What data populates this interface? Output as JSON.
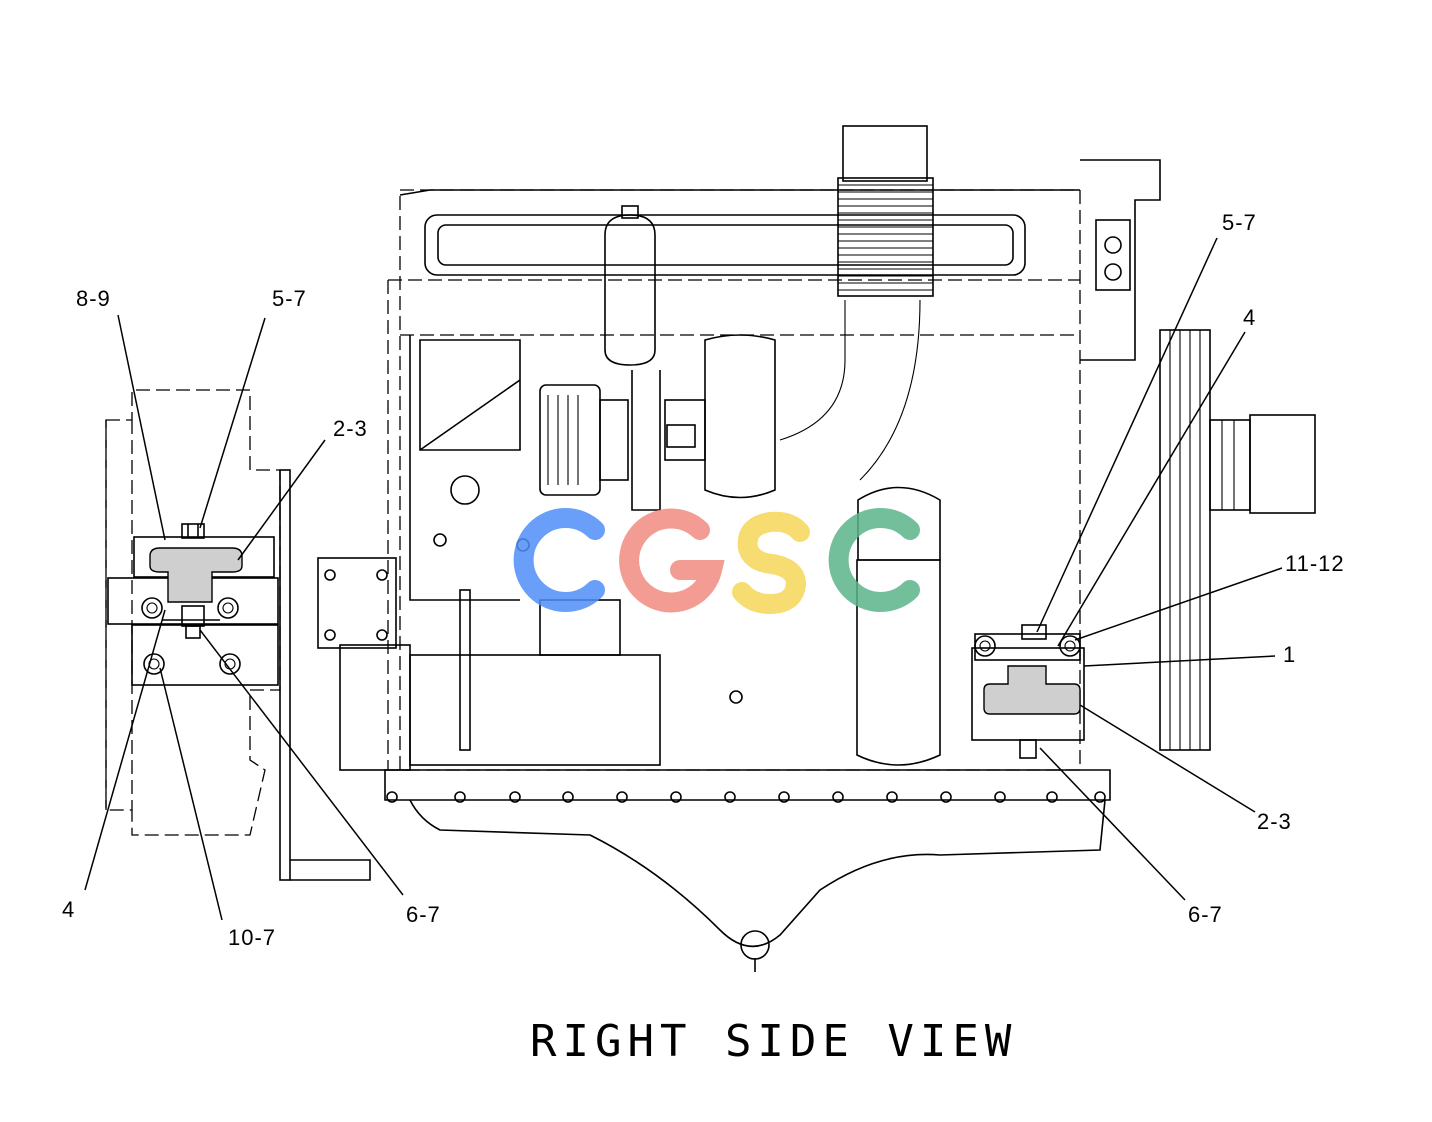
{
  "caption": "RIGHT SIDE VIEW",
  "callouts": {
    "left_8_9": "8-9",
    "left_5_7": "5-7",
    "left_2_3": "2-3",
    "left_4": "4",
    "left_10_7": "10-7",
    "left_6_7": "6-7",
    "right_5_7": "5-7",
    "right_4": "4",
    "right_11_12": "11-12",
    "right_1": "1",
    "right_2_3": "2-3",
    "right_6_7": "6-7"
  },
  "watermark": {
    "text": "CGSC",
    "colors": [
      "#4f8ff7",
      "#f28b82",
      "#f6d75a",
      "#5bb48a"
    ]
  }
}
